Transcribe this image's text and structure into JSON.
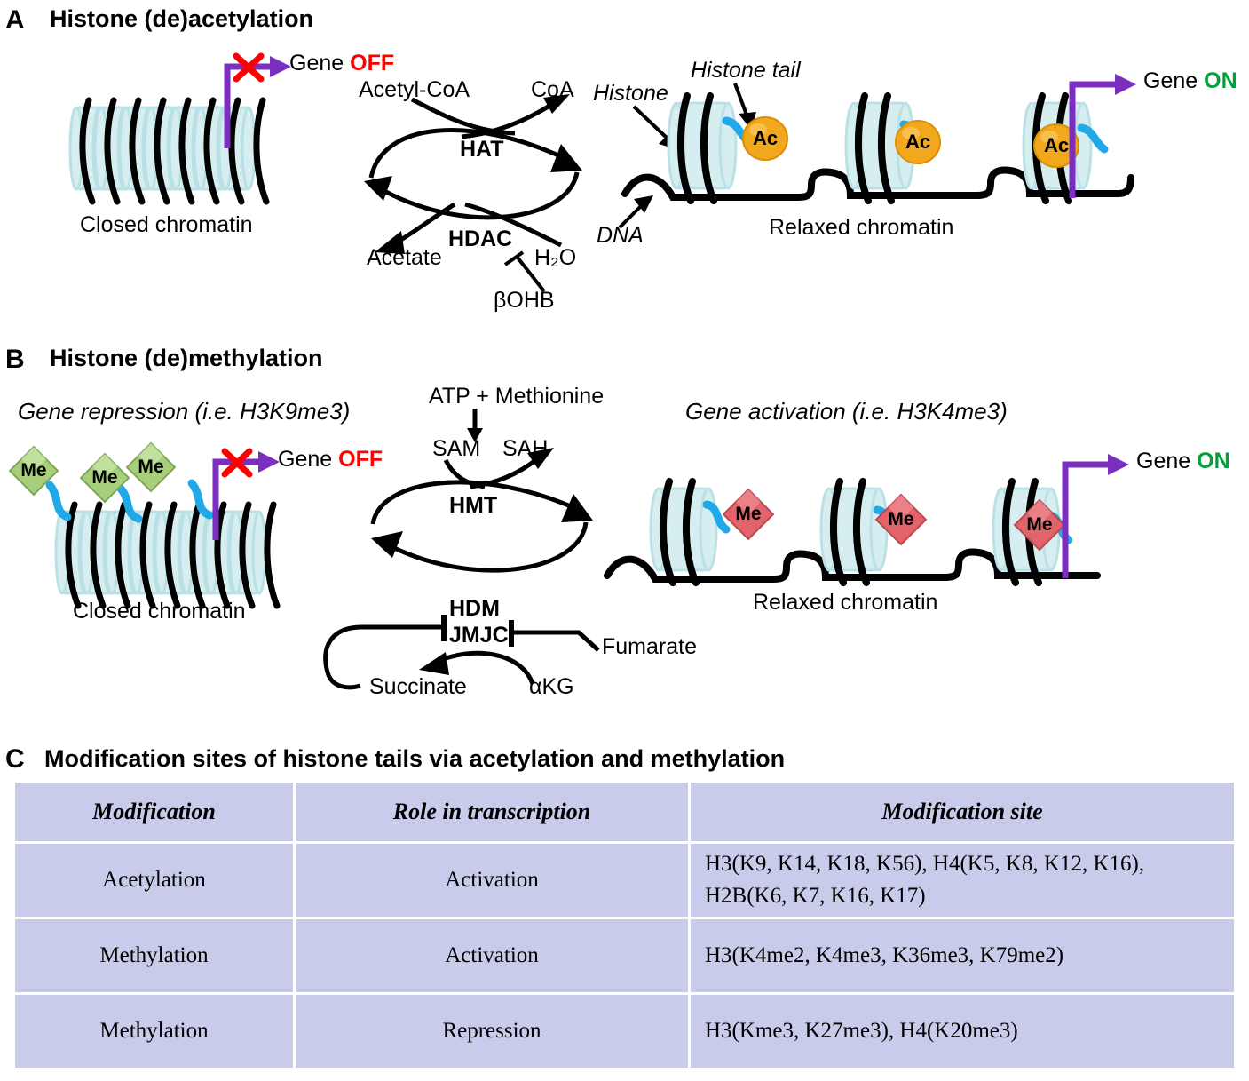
{
  "panelA": {
    "letter": "A",
    "title": "Histone (de)acetylation",
    "closed_chromatin_label": "Closed chromatin",
    "gene_off_prefix": "Gene",
    "gene_off_state": "OFF",
    "gene_on_prefix": "Gene",
    "gene_on_state": "ON",
    "substrate_in": "Acetyl-CoA",
    "product_out": "CoA",
    "enzyme_forward": "HAT",
    "enzyme_reverse": "HDAC",
    "reverse_product": "Acetate",
    "reverse_substrate": "H₂O",
    "inhibitor": "βOHB",
    "histone_label": "Histone",
    "histone_tail_label": "Histone tail",
    "dna_label": "DNA",
    "relaxed_chromatin_label": "Relaxed chromatin",
    "mark_label": "Ac",
    "mark_count": 3,
    "x_mark": "✕"
  },
  "panelB": {
    "letter": "B",
    "title": "Histone (de)methylation",
    "left_heading": "Gene repression (i.e. H3K9me3)",
    "right_heading": "Gene activation (i.e. H3K4me3)",
    "closed_chromatin_label": "Closed chromatin",
    "relaxed_chromatin_label": "Relaxed chromatin",
    "gene_off_prefix": "Gene",
    "gene_off_state": "OFF",
    "gene_on_prefix": "Gene",
    "gene_on_state": "ON",
    "cofactor_in": "ATP + Methionine",
    "substrate_in": "SAM",
    "product_out": "SAH",
    "enzyme_forward": "HMT",
    "enzyme_reverse_line1": "HDM",
    "enzyme_reverse_line2": "JMJC",
    "inhibitor_right": "Fumarate",
    "reverse_product": "Succinate",
    "reverse_substrate": "αKG",
    "mark_label": "Me",
    "repression_mark_count": 3,
    "activation_mark_count": 3,
    "x_mark": "✕"
  },
  "panelC": {
    "letter": "C",
    "title": "Modification sites of histone tails via acetylation and methylation",
    "columns": [
      "Modification",
      "Role in transcription",
      "Modification site"
    ],
    "rows": [
      {
        "modification": "Acetylation",
        "role": "Activation",
        "site_line1": "H3(K9, K14, K18, K56), H4(K5, K8, K12, K16),",
        "site_line2": "H2B(K6, K7, K16, K17)"
      },
      {
        "modification": "Methylation",
        "role": "Activation",
        "site_line1": "H3(K4me2, K4me3, K36me3, K79me2)",
        "site_line2": ""
      },
      {
        "modification": "Methylation",
        "role": "Repression",
        "site_line1": "H3(Kme3, K27me3), H4(K20me3)",
        "site_line2": ""
      }
    ]
  },
  "colors": {
    "accent_purple": "#7b2fbe",
    "off_red": "#ff0000",
    "on_green": "#00a03c",
    "nucleosome_fill": "#d6eef0",
    "nucleosome_stroke": "#b6dfe4",
    "tail_blue": "#21a8e8",
    "ac_yellow": "#f2a81d",
    "me_green": "#a8cf7b",
    "me_red": "#e2636a",
    "table_cell": "#c9cbea"
  }
}
